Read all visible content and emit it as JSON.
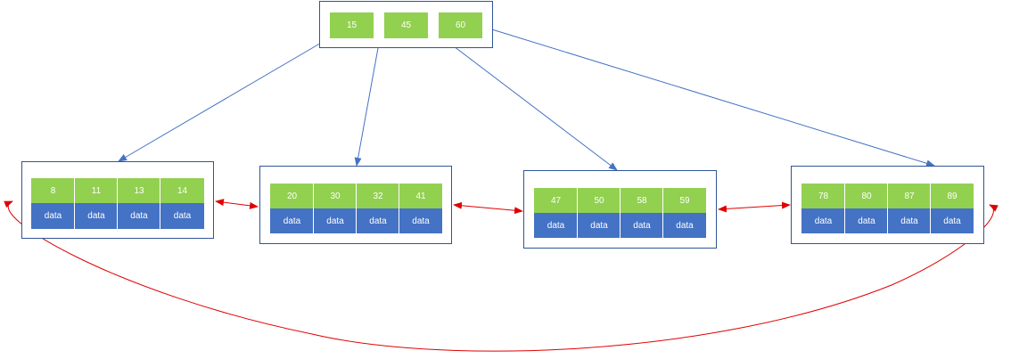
{
  "root": {
    "keys": [
      "15",
      "45",
      "60"
    ]
  },
  "leaves": [
    {
      "keys": [
        "8",
        "11",
        "13",
        "14"
      ],
      "data": [
        "data",
        "data",
        "data",
        "data"
      ]
    },
    {
      "keys": [
        "20",
        "30",
        "32",
        "41"
      ],
      "data": [
        "data",
        "data",
        "data",
        "data"
      ]
    },
    {
      "keys": [
        "47",
        "50",
        "58",
        "59"
      ],
      "data": [
        "data",
        "data",
        "data",
        "data"
      ]
    },
    {
      "keys": [
        "78",
        "80",
        "87",
        "89"
      ],
      "data": [
        "data",
        "data",
        "data",
        "data"
      ]
    }
  ],
  "colors": {
    "key_fill": "#92d050",
    "data_fill": "#4472c4",
    "border": "#2f5597",
    "pointer_arrow": "#4472c4",
    "leaf_link": "#e00000"
  }
}
